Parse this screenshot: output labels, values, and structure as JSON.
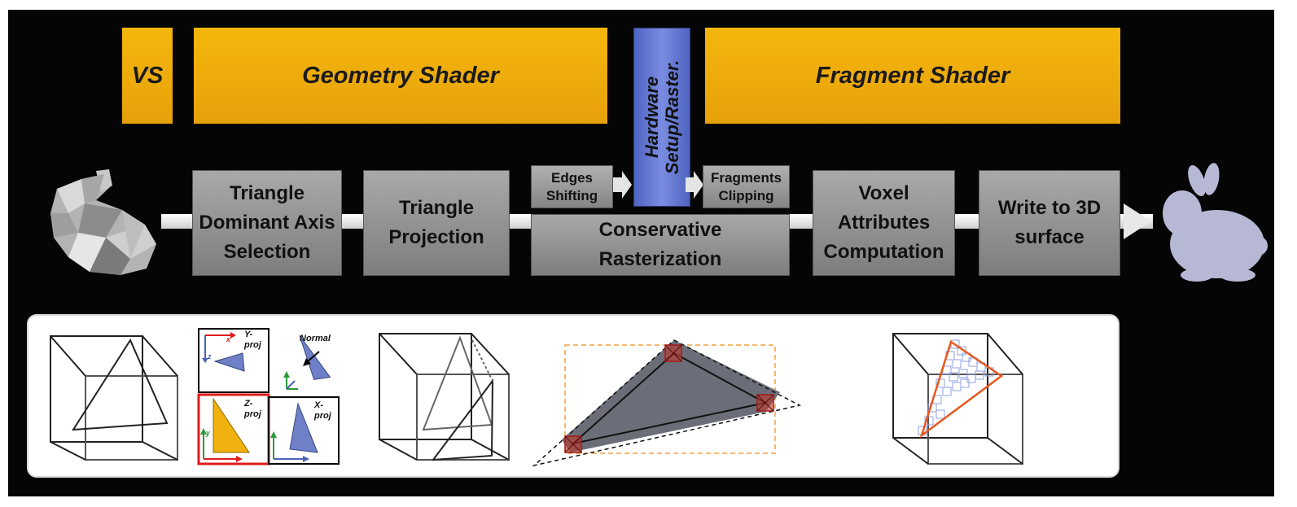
{
  "stages": {
    "vs": "VS",
    "geometry": "Geometry Shader",
    "hardware_line1": "Hardware",
    "hardware_line2": "Setup/Raster.",
    "fragment": "Fragment Shader"
  },
  "pipeline": {
    "dominant": "Triangle Dominant Axis Selection",
    "projection": "Triangle Projection",
    "edges": "Edges Shifting",
    "fragments": "Fragments Clipping",
    "conservative": "Conservative Rasterization",
    "voxel": "Voxel Attributes Computation",
    "write": "Write to 3D surface"
  },
  "projections": {
    "y_proj": "Y- proj",
    "z_proj": "Z- proj",
    "x_proj": "X- proj",
    "normal": "Normal",
    "axis_x": "x",
    "axis_z": "z",
    "axis_y": "y"
  },
  "colors": {
    "stage_yellow": "#f2b20c",
    "hardware_blue": "#5b6fca",
    "box_gray": "#999999",
    "highlight_red": "#e01b1b",
    "triangle_orange": "#e8581e",
    "triangle_blue": "#6f80c8"
  }
}
